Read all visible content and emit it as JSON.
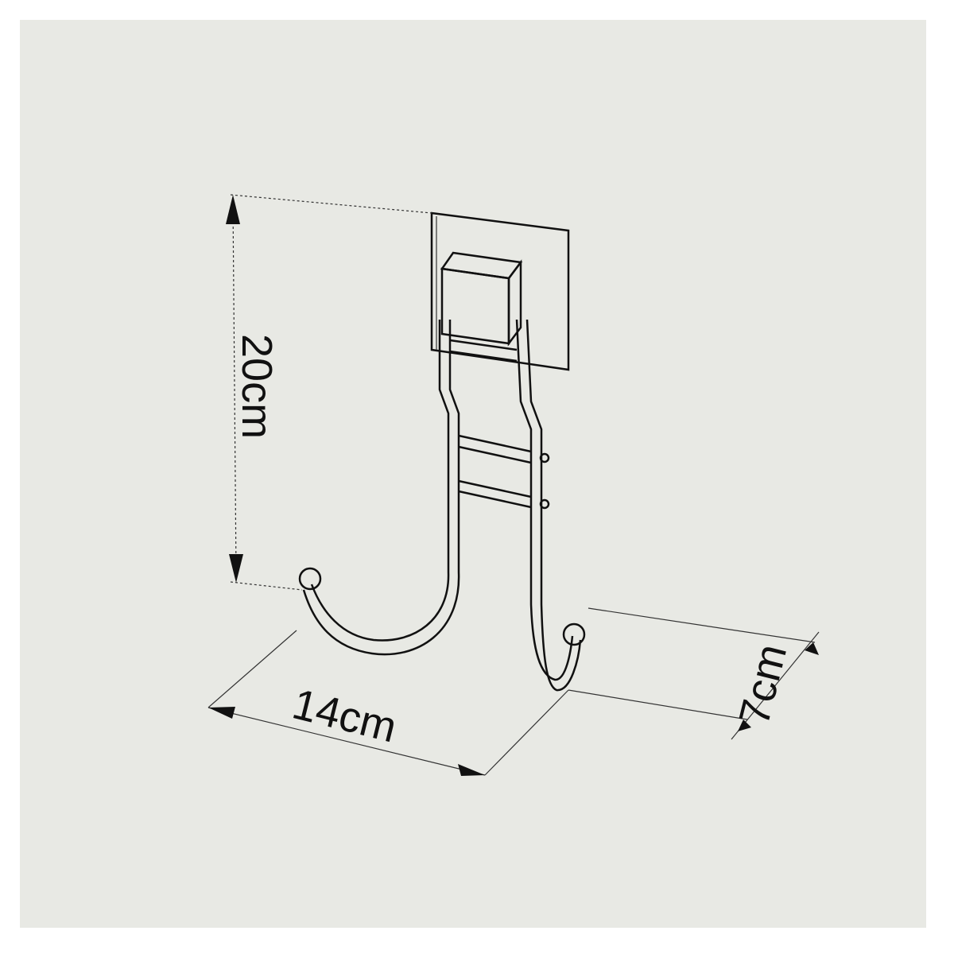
{
  "dimensions": {
    "height_label": "20cm",
    "width_label": "14cm",
    "depth_label": "7cm"
  },
  "colors": {
    "background": "#e8e9e4",
    "line": "#111111"
  }
}
